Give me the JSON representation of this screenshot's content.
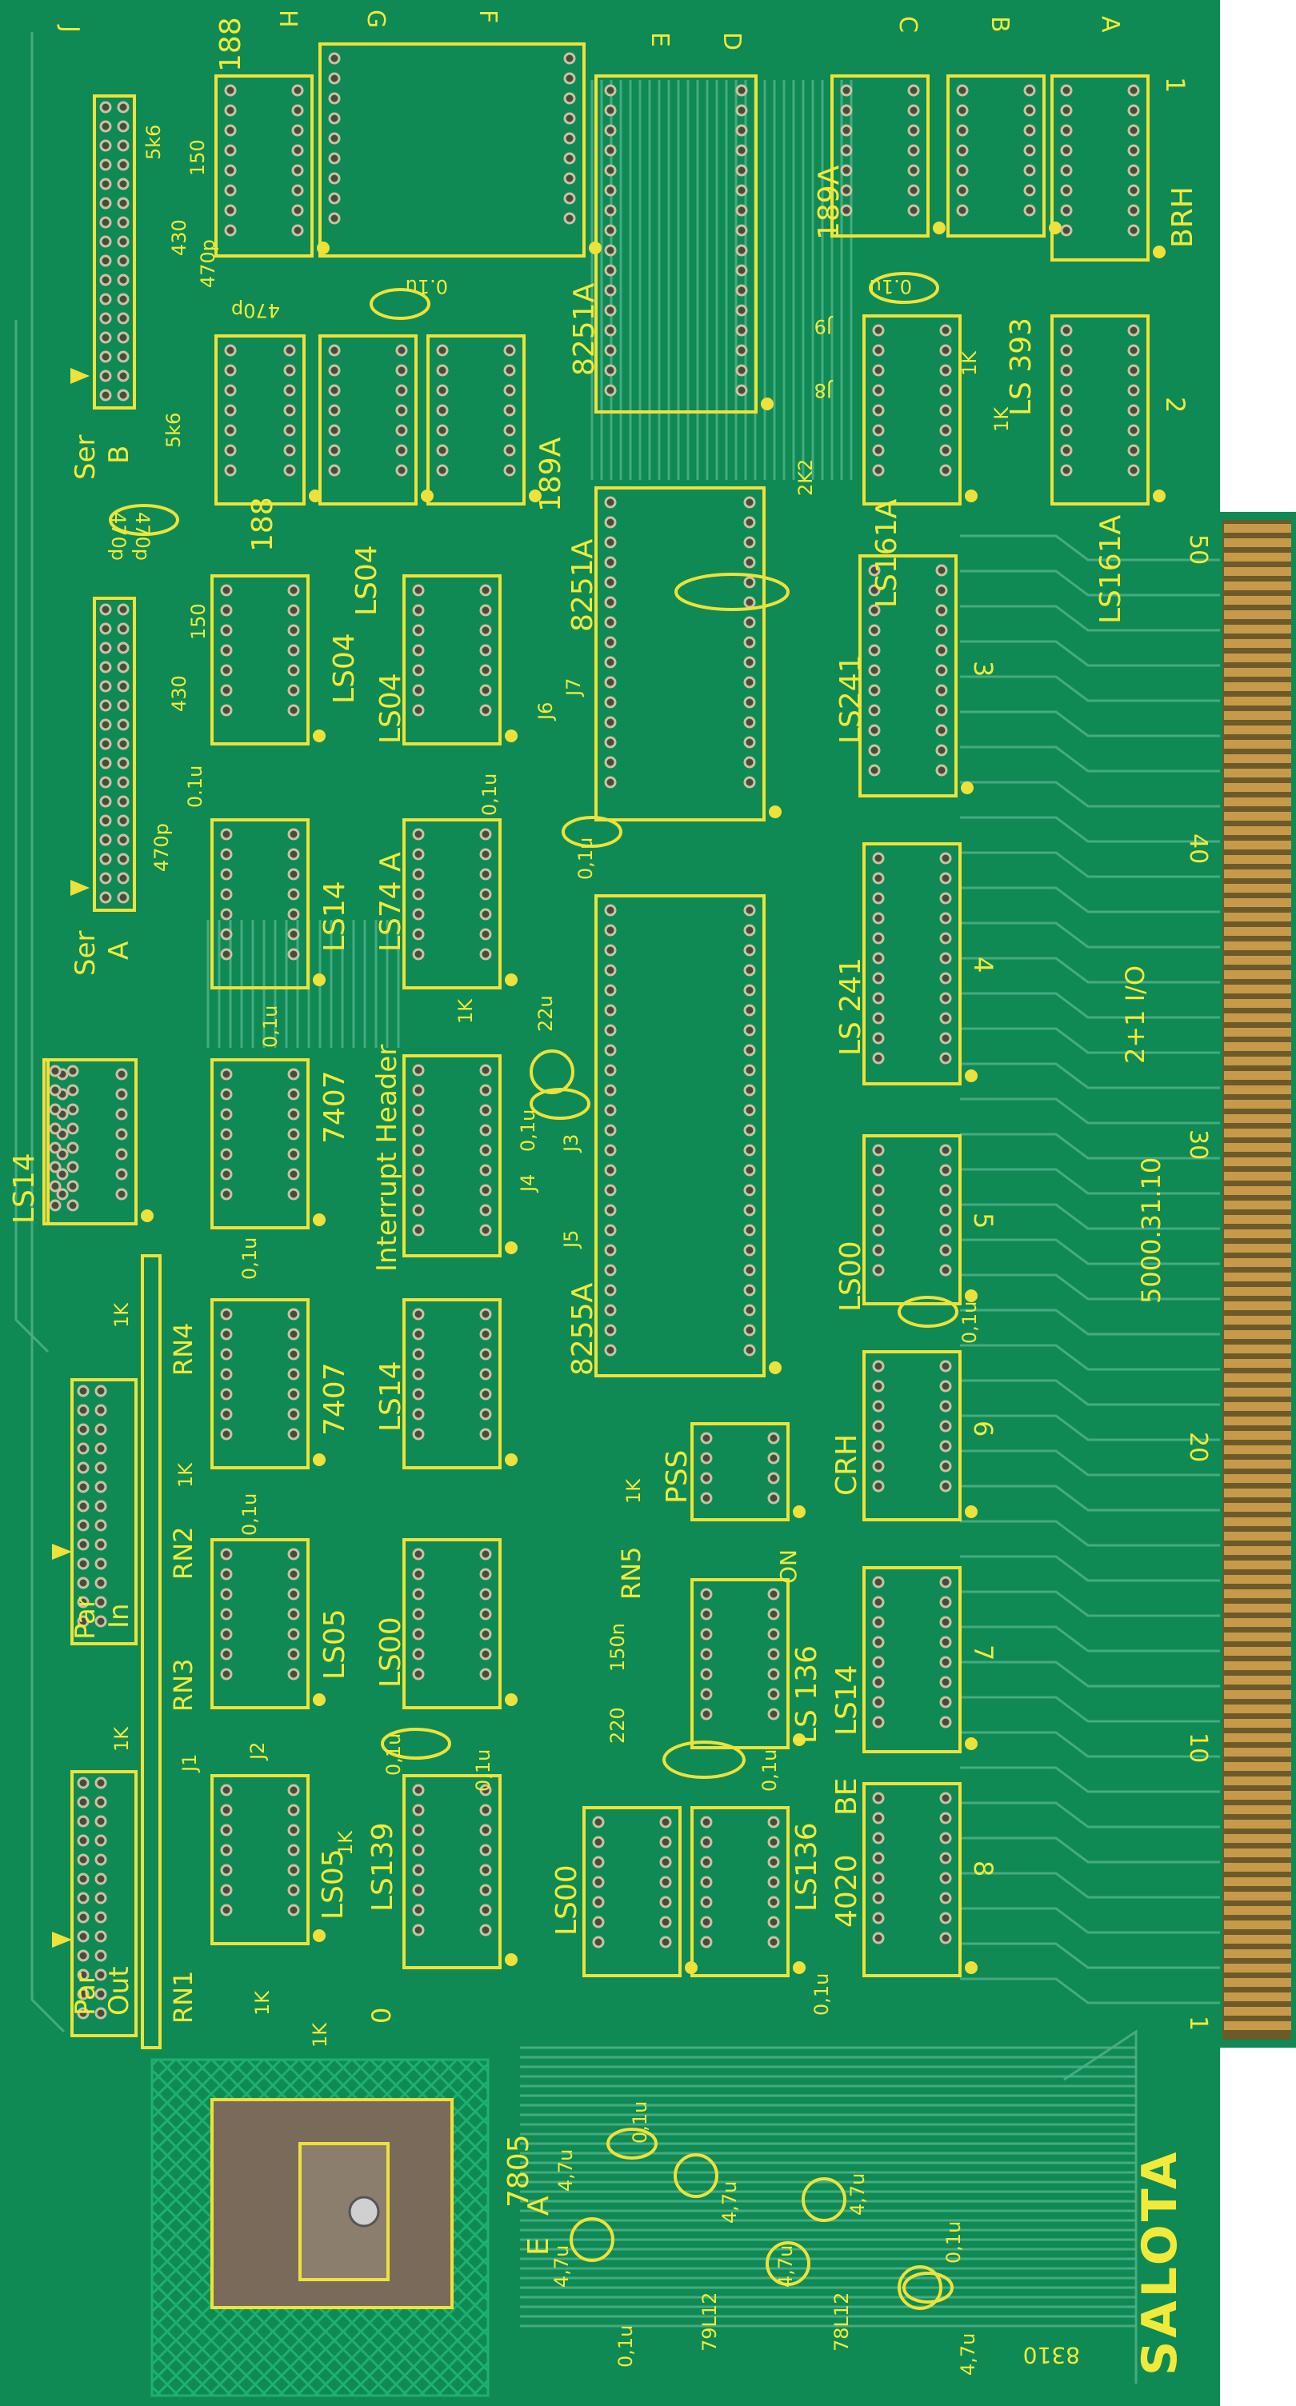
{
  "board": {
    "colors": {
      "substrate": "#0f8a55",
      "silkscreen": "#f2ea3a",
      "trace": "#4fb08a",
      "gold_fingers": "#b8863a",
      "pad": "#c9c3a0"
    },
    "brand": "SALOTA",
    "board_id": "5000.31.10",
    "board_name": "2+1 I/O",
    "rotated_mark": "8310",
    "column_letters": [
      "J",
      "H",
      "G",
      "F",
      "E",
      "D",
      "C",
      "B",
      "A"
    ],
    "row_numbers": [
      "1",
      "2",
      "3",
      "4",
      "5",
      "6",
      "7",
      "8"
    ],
    "edge_pin_numbers": [
      "50",
      "40",
      "30",
      "20",
      "10",
      "1"
    ],
    "connectors": [
      {
        "id": "ser-b",
        "label": "Ser",
        "sub": "B"
      },
      {
        "id": "ser-a",
        "label": "Ser",
        "sub": "A"
      },
      {
        "id": "par-in",
        "label": "Par",
        "sub": "In"
      },
      {
        "id": "par-out",
        "label": "Par",
        "sub": "Out"
      }
    ],
    "chips": [
      {
        "id": "ic-189a-top",
        "label": "189A"
      },
      {
        "id": "ic-brh",
        "label": "BRH"
      },
      {
        "id": "ic-8251a-upper",
        "label": "8251A"
      },
      {
        "id": "ic-ls393",
        "label": "LS 393"
      },
      {
        "id": "ic-188-top",
        "label": "188"
      },
      {
        "id": "ic-188-mid",
        "label": "188"
      },
      {
        "id": "ic-ls04-a",
        "label": "LS04"
      },
      {
        "id": "ic-189a-mid",
        "label": "189A"
      },
      {
        "id": "ic-ls161a-left",
        "label": "LS161A"
      },
      {
        "id": "ic-ls161a-right",
        "label": "LS161A"
      },
      {
        "id": "ic-8251a-lower",
        "label": "8251A"
      },
      {
        "id": "ic-ls04-b",
        "label": "LS04"
      },
      {
        "id": "ic-ls04-c",
        "label": "LS04"
      },
      {
        "id": "ic-ls241-a",
        "label": "LS241"
      },
      {
        "id": "ic-ls14-a",
        "label": "LS14"
      },
      {
        "id": "ic-ls74a",
        "label": "LS74 A"
      },
      {
        "id": "ic-ls241-b",
        "label": "LS 241"
      },
      {
        "id": "ic-ls14-left",
        "label": "LS14"
      },
      {
        "id": "ic-7407-a",
        "label": "7407"
      },
      {
        "id": "ic-ls00-a",
        "label": "LS00"
      },
      {
        "id": "ic-8255a",
        "label": "8255A"
      },
      {
        "id": "ic-7407-b",
        "label": "7407"
      },
      {
        "id": "ic-ls14-b",
        "label": "LS14"
      },
      {
        "id": "ic-crh",
        "label": "CRH"
      },
      {
        "id": "ic-pss",
        "label": "PSS"
      },
      {
        "id": "ic-ls05-a",
        "label": "LS05"
      },
      {
        "id": "ic-ls00-b",
        "label": "LS00"
      },
      {
        "id": "ic-ls136-a",
        "label": "LS 136"
      },
      {
        "id": "ic-ls14-c",
        "label": "LS14"
      },
      {
        "id": "ic-ls05-b",
        "label": "LS05"
      },
      {
        "id": "ic-ls139",
        "label": "LS139"
      },
      {
        "id": "ic-ls00-c",
        "label": "LS00"
      },
      {
        "id": "ic-ls136-b",
        "label": "LS136"
      },
      {
        "id": "ic-4020",
        "label": "4020"
      },
      {
        "id": "ic-be",
        "label": "BE"
      }
    ],
    "header_label": "Interrupt Header",
    "resistor_networks": [
      "RN1",
      "RN2",
      "RN3",
      "RN4",
      "RN5"
    ],
    "component_values": {
      "cap_0_1u": "0,1u",
      "cap_0_1u_alt": "0.1u",
      "cap_4_7u": "4,7u",
      "cap_22u": "22u",
      "cap_470p": "470p",
      "cap_150n": "150n",
      "res_1k": "1K",
      "res_2k2": "2K2",
      "res_5k6": "5k6",
      "res_220": "220",
      "res_430": "430",
      "res_150": "150",
      "rn_1k": "1K"
    },
    "regulators": [
      "7805",
      "79L12",
      "78L12"
    ],
    "jumpers": [
      "J1",
      "J2",
      "J4",
      "J5",
      "J6",
      "J7",
      "J8",
      "J9",
      "J3"
    ],
    "misc_labels": {
      "on": "ON",
      "e": "E",
      "a": "A",
      "zero": "0"
    }
  }
}
